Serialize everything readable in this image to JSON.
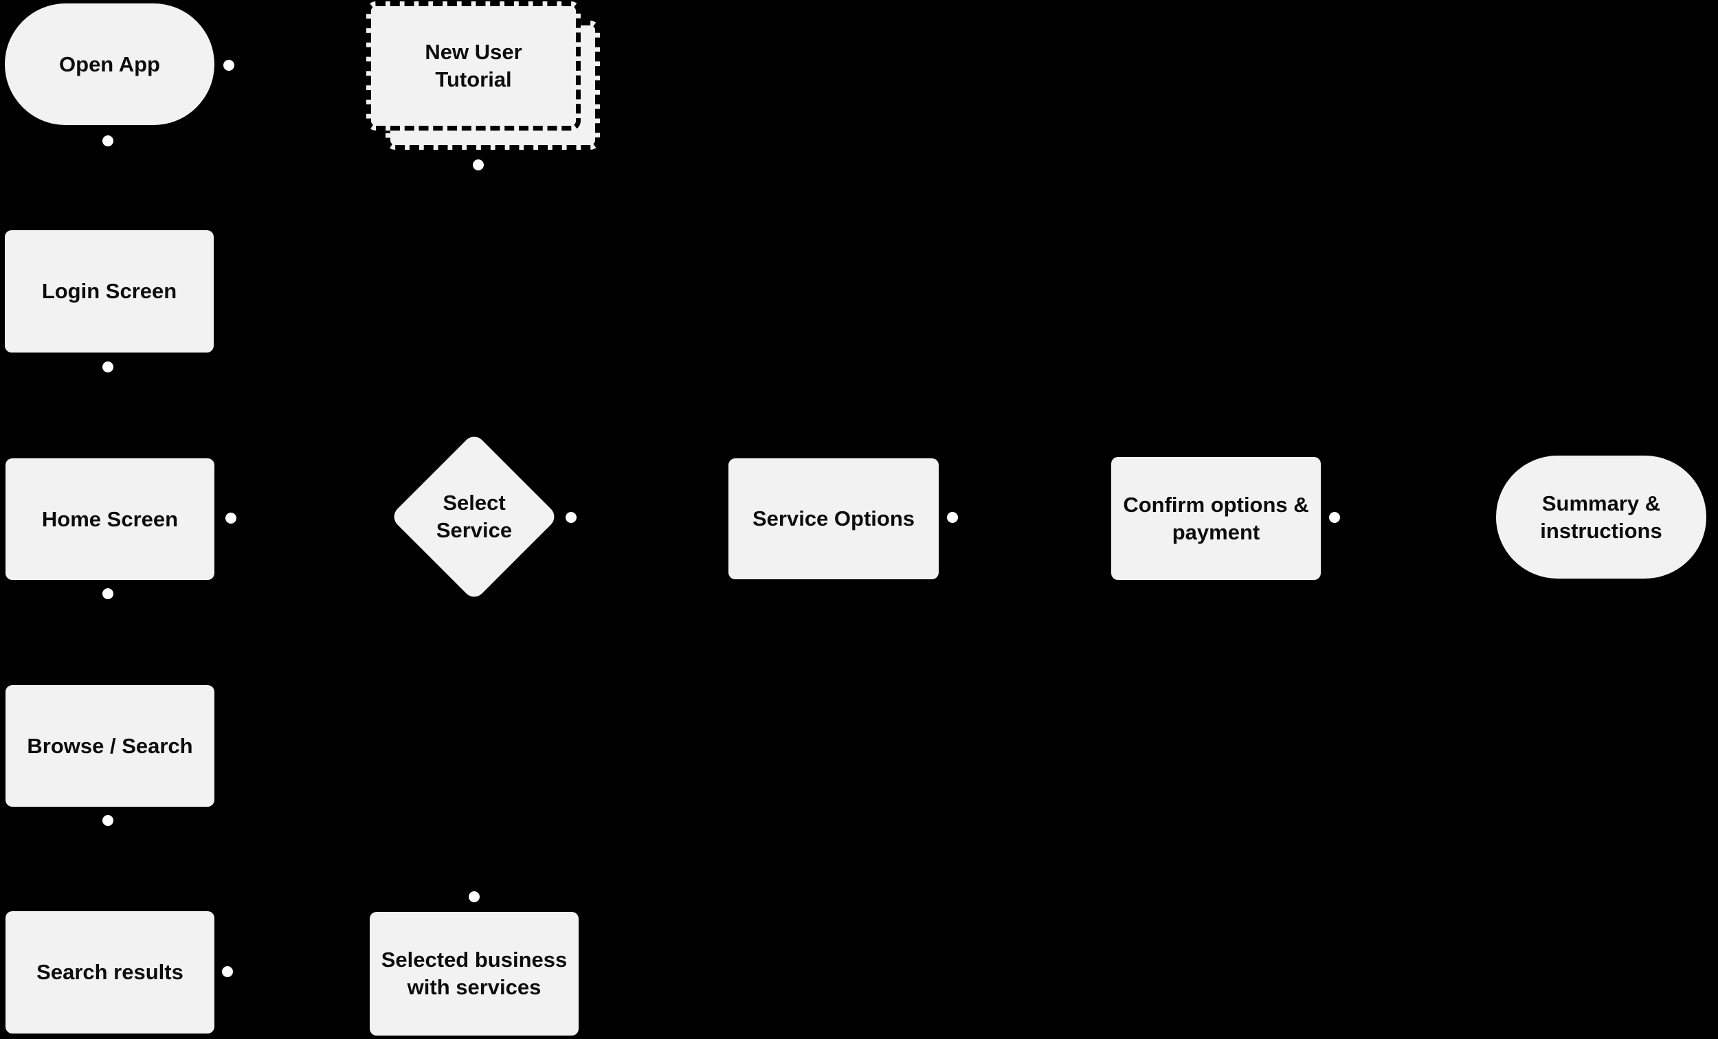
{
  "diagram": {
    "background": "#000000",
    "palette": {
      "node_fill": "#f2f2f2",
      "node_text": "#0d0d0d",
      "connector_dot": "#ffffff",
      "dashed_border": "#000000"
    },
    "nodes": [
      {
        "id": "open-app",
        "shape": "stadium",
        "label": "Open App"
      },
      {
        "id": "new-user-tutorial",
        "shape": "stacked-dashed-rect",
        "label": "New User Tutorial"
      },
      {
        "id": "login-screen",
        "shape": "rect",
        "label": "Login Screen"
      },
      {
        "id": "home-screen",
        "shape": "rect",
        "label": "Home Screen"
      },
      {
        "id": "browse-search",
        "shape": "rect",
        "label": "Browse / Search"
      },
      {
        "id": "search-results",
        "shape": "rect",
        "label": "Search results"
      },
      {
        "id": "select-service",
        "shape": "diamond",
        "label": "Select Service"
      },
      {
        "id": "service-options",
        "shape": "rect",
        "label": "Service Options"
      },
      {
        "id": "confirm-options-payment",
        "shape": "rect",
        "label": "Confirm options & payment"
      },
      {
        "id": "summary-instructions",
        "shape": "stadium",
        "label": "Summary & instructions"
      },
      {
        "id": "selected-business",
        "shape": "rect",
        "label": "Selected business with services"
      }
    ],
    "connector_dots": [
      "open-app-right",
      "open-app-bottom",
      "new-user-tutorial-bottom",
      "login-screen-bottom",
      "home-screen-right",
      "home-screen-bottom",
      "select-service-right",
      "service-options-right",
      "confirm-options-payment-right",
      "browse-search-bottom",
      "search-results-right",
      "selected-business-top"
    ]
  }
}
